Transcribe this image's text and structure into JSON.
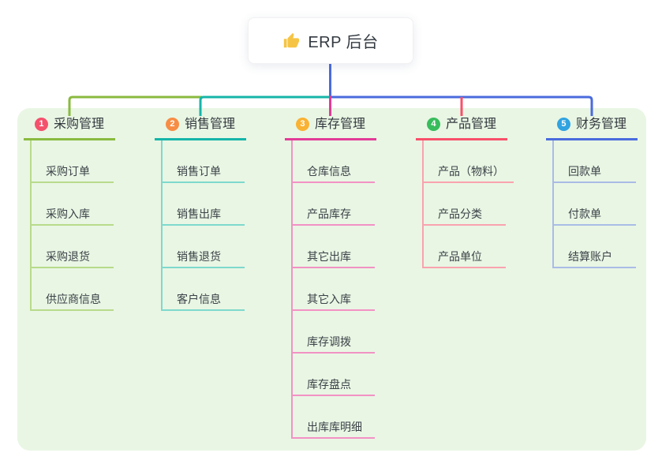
{
  "root": {
    "icon": "thumbs-up-icon",
    "title": "ERP 后台"
  },
  "colors": {
    "canvas_bg": "#ffffff",
    "board_bg": "#e9f6e4",
    "stem": "#4a6bdd",
    "text": "#3c4248",
    "thumb_icon": "#f6c445"
  },
  "branches": [
    {
      "number": "1",
      "title": "采购管理",
      "badge_color": "#f4516c",
      "line_color": "#8aba3f",
      "item_line_color": "#b8db8b",
      "items": [
        "采购订单",
        "采购入库",
        "采购退货",
        "供应商信息"
      ]
    },
    {
      "number": "2",
      "title": "销售管理",
      "badge_color": "#f78d45",
      "line_color": "#16b5a8",
      "item_line_color": "#7ed9cd",
      "items": [
        "销售订单",
        "销售出库",
        "销售退货",
        "客户信息"
      ]
    },
    {
      "number": "3",
      "title": "库存管理",
      "badge_color": "#f9b233",
      "line_color": "#e23b97",
      "item_line_color": "#f292c4",
      "items": [
        "仓库信息",
        "产品库存",
        "其它出库",
        "其它入库",
        "库存调拨",
        "库存盘点",
        "出库库明细"
      ]
    },
    {
      "number": "4",
      "title": "产品管理",
      "badge_color": "#38bc5c",
      "line_color": "#f8506a",
      "item_line_color": "#f9a3ae",
      "items": [
        "产品（物料）",
        "产品分类",
        "产品单位"
      ]
    },
    {
      "number": "5",
      "title": "财务管理",
      "badge_color": "#30a3e0",
      "line_color": "#4a6bdd",
      "item_line_color": "#a9bce5",
      "items": [
        "回款单",
        "付款单",
        "结算账户"
      ]
    }
  ]
}
